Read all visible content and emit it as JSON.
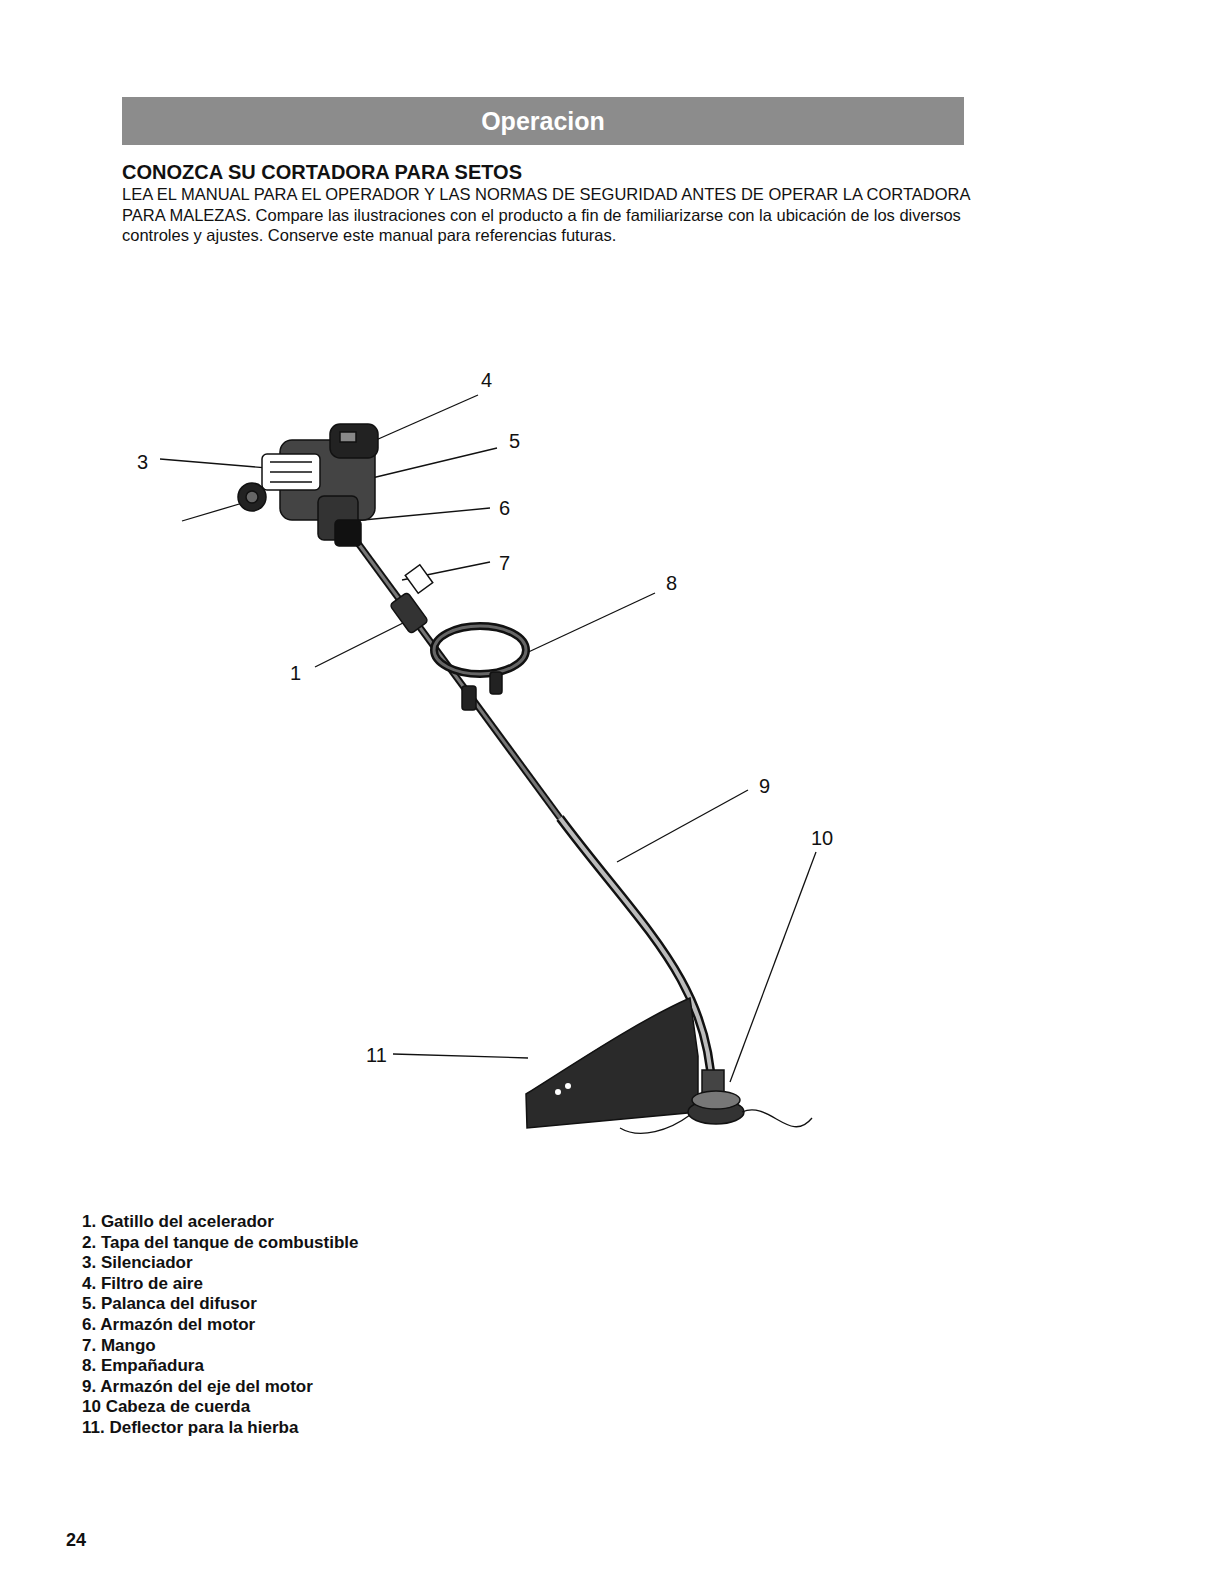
{
  "diagram": {
    "title": "Operacion",
    "labels": [
      "CONOZCA SU CORTADORA PARA SETOS",
      "LEA EL MANUAL PARA EL OPERADOR Y LAS NORMAS DE SEGURIDAD ANTES DE OPERAR LA CORTADORA PARA MALEZAS. Compare las ilustraciones con el producto a fin de familiarizarse con la ubicación de los diversos controles y ajustes. Conserve este manual para referencias futuras.",
      "4",
      "3",
      "5",
      "6",
      "7",
      "8",
      "1",
      "9",
      "10",
      "11",
      "1. Gatillo del acelerador",
      "2. Tapa del tanque de combustible",
      "3. Silenciador",
      "4. Filtro de aire",
      "5. Palanca del difusor",
      "6. Armazón del motor",
      "7. Mango",
      "8. Empañadura",
      "9. Armazón del eje del motor",
      "10 Cabeza de cuerda",
      "11. Deflector para la hierba",
      "24"
    ]
  }
}
